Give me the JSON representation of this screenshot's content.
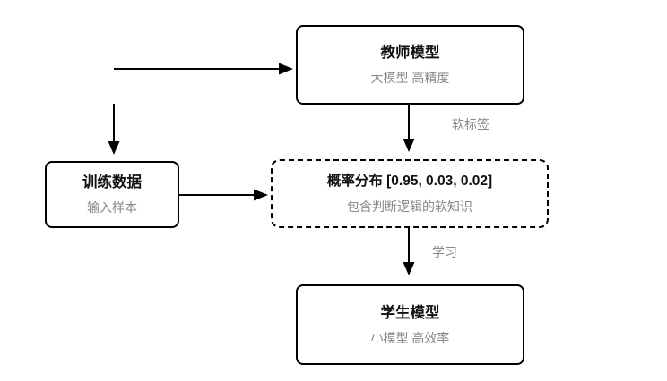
{
  "diagram": {
    "nodes": {
      "teacher": {
        "title": "教师模型",
        "subtitle": "大模型 高精度"
      },
      "training": {
        "title": "训练数据",
        "subtitle": "输入样本"
      },
      "soft_knowledge": {
        "title": "概率分布 [0.95, 0.03, 0.02]",
        "subtitle": "包含判断逻辑的软知识"
      },
      "student": {
        "title": "学生模型",
        "subtitle": "小模型 高效率"
      }
    },
    "edge_labels": {
      "soft_label": "软标签",
      "learn": "学习"
    },
    "colors": {
      "background": "#ffffff",
      "border": "#000000",
      "title_text": "#111111",
      "subtitle_text": "#888888",
      "arrow": "#000000"
    }
  }
}
